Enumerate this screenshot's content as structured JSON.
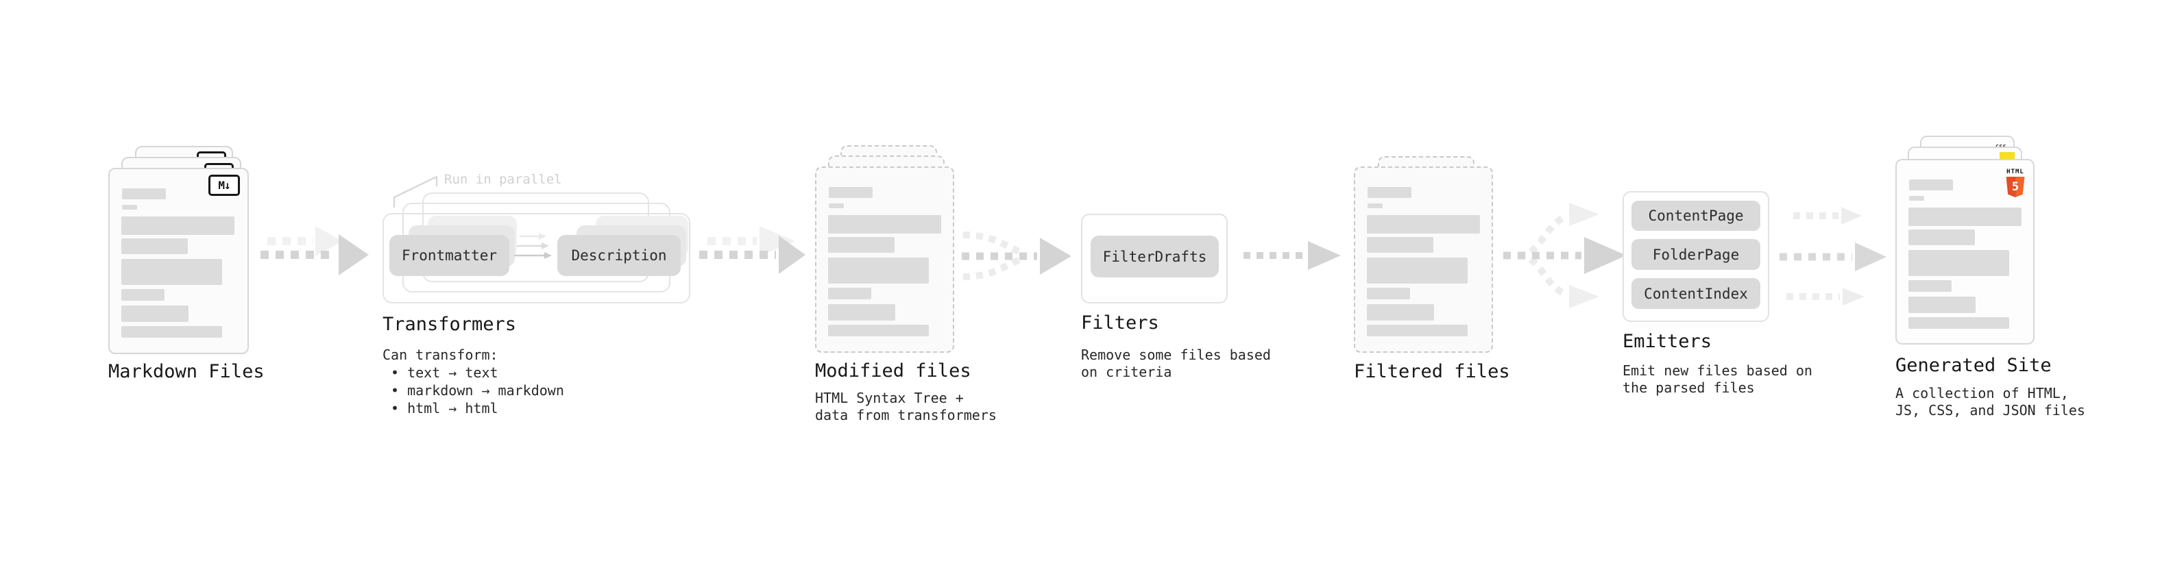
{
  "stages": {
    "markdown": {
      "label": "Markdown Files",
      "icon": "M↓"
    },
    "transformers": {
      "label": "Transformers",
      "annotation": "Run in parallel",
      "node1": "Frontmatter",
      "node2": "Description",
      "desc_title": "Can transform:",
      "bullet1": "• text → text",
      "bullet2": "• markdown → markdown",
      "bullet3": "• html → html"
    },
    "modified": {
      "label": "Modified files",
      "desc1": "HTML Syntax Tree +",
      "desc2": "data from transformers"
    },
    "filters": {
      "label": "Filters",
      "node1": "FilterDrafts",
      "desc1": "Remove some files based",
      "desc2": "on criteria"
    },
    "filtered": {
      "label": "Filtered files"
    },
    "emitters": {
      "label": "Emitters",
      "node1": "ContentPage",
      "node2": "FolderPage",
      "node3": "ContentIndex",
      "desc1": "Emit new files based on",
      "desc2": "the parsed files"
    },
    "generated": {
      "label": "Generated Site",
      "desc1": "A collection of HTML,",
      "desc2": "JS, CSS, and JSON files",
      "badge_html_word": "HTML",
      "badge_html_number": "5",
      "badge_css_word": "CSS"
    }
  },
  "colors": {
    "background": "#ffffff",
    "card_border": "#d6d6d6",
    "dashed_border": "#c9c9c9",
    "placeholder_bar": "#dcdcdc",
    "node_fill": "#dadada",
    "frame_border": "#e4e4e4",
    "arrow_main": "#d4d4d4",
    "arrow_light": "#ececec",
    "title_text": "#181818",
    "body_text": "#282828",
    "annotation_text": "#d0d0d0",
    "html5_orange": "#e44d26",
    "html5_orange_light": "#f16529",
    "js_yellow": "#f7df1e",
    "css_blue": "#2f6fef"
  }
}
